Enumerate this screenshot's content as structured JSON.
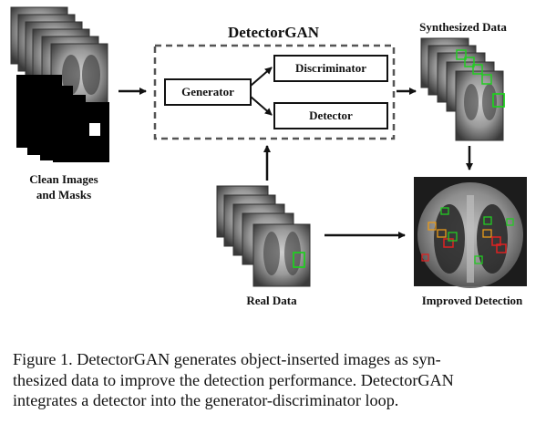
{
  "diagram": {
    "title": "DetectorGAN",
    "nodes": {
      "generator": "Generator",
      "discriminator": "Discriminator",
      "detector": "Detector"
    },
    "inputs": {
      "clean_line1": "Clean Images",
      "clean_line2": "and Masks",
      "real": "Real Data"
    },
    "outputs": {
      "synthesized": "Synthesized Data",
      "improved": "Improved Detection"
    }
  },
  "caption": {
    "line1": "Figure 1.  DetectorGAN generates object-inserted images as syn-",
    "line2": "thesized data to improve the detection performance. DetectorGAN",
    "line3": "integrates a detector into the generator-discriminator loop."
  },
  "colors": {
    "box_green": "#22cc22",
    "box_red": "#dd2222",
    "box_orange": "#e89a1a"
  }
}
